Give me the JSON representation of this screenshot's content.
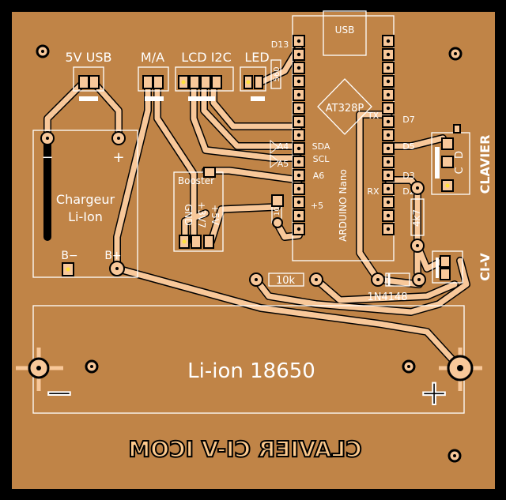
{
  "board": {
    "title_mirrored": "CLAVIER CI-V ICOM",
    "battery_label": "Li-ion 18650",
    "battery_minus": "−",
    "battery_plus": "+"
  },
  "connectors": {
    "usb5v": "5V USB",
    "ma": "M/A",
    "lcd": "LCD I2C",
    "led": "LED"
  },
  "charger": {
    "title1": "Chargeur",
    "title2": "Li-Ion",
    "minus": "−",
    "plus": "+",
    "b_minus": "B−",
    "b_plus": "B+"
  },
  "booster": {
    "title": "Booster",
    "pins": [
      "GND",
      "+3V7",
      "+5V"
    ]
  },
  "nano": {
    "name": "ARDUINO Nano",
    "usb": "USB",
    "chip": "AT328P",
    "left_pins": [
      "D13",
      "A4",
      "A5",
      "SDA",
      "SCL",
      "A6",
      "+5"
    ],
    "right_pins": [
      "TX",
      "D7",
      "D5",
      "D3",
      "RX",
      "D2"
    ]
  },
  "components": {
    "r_led": "560",
    "r_a": "10k",
    "r_b": "10k",
    "r_pull": "4k7",
    "diode": "1N4148"
  },
  "sides": {
    "clavier": "CLAVIER",
    "civ": "CI-V",
    "d": "D",
    "c": "C"
  },
  "colors": {
    "board": "#c08447",
    "trace": "#f8c89a",
    "outline": "#000000",
    "silk": "#ffffff"
  }
}
